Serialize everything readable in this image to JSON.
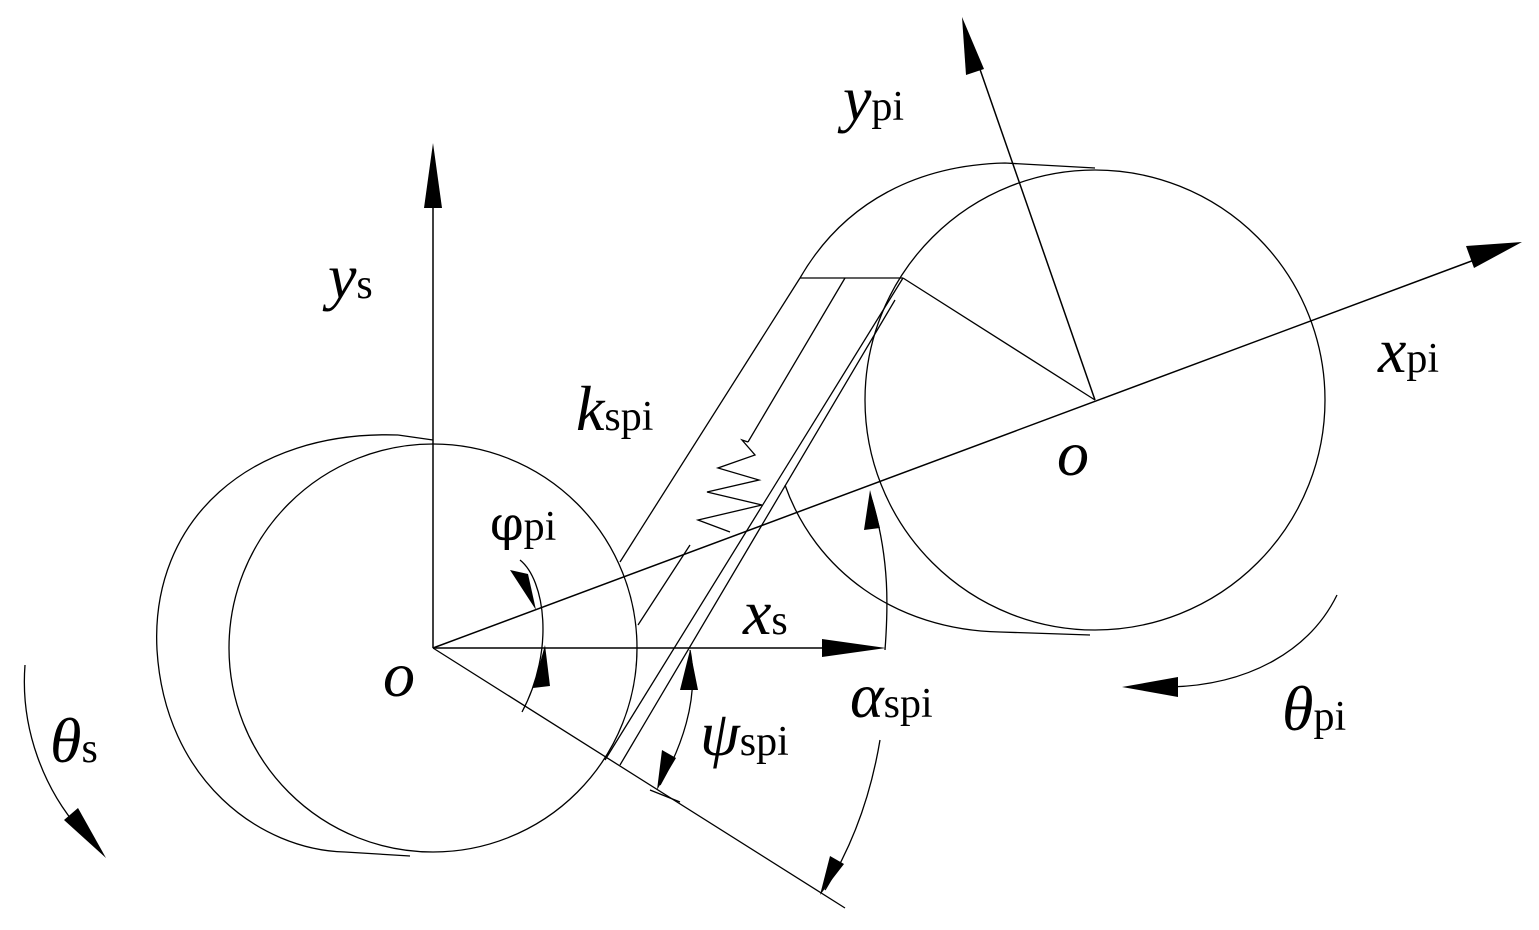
{
  "labels": {
    "ys": {
      "main": "y",
      "sub": "s"
    },
    "ypi": {
      "main": "y",
      "sub": "pi"
    },
    "xpi": {
      "main": "x",
      "sub": "pi"
    },
    "xs": {
      "main": "x",
      "sub": "s"
    },
    "kspi": {
      "main": "k",
      "sub": "spi"
    },
    "phipi": {
      "main": "φ",
      "sub": "pi"
    },
    "psispi": {
      "main": "ψ",
      "sub": "spi"
    },
    "alphaspi": {
      "main": "α",
      "sub": "spi"
    },
    "thetas": {
      "main": "θ",
      "sub": "s"
    },
    "thetapi": {
      "main": "θ",
      "sub": "pi"
    },
    "origin_sun": "o",
    "origin_planet": "o"
  },
  "colors": {
    "stroke": "#000000",
    "background": "#ffffff"
  }
}
